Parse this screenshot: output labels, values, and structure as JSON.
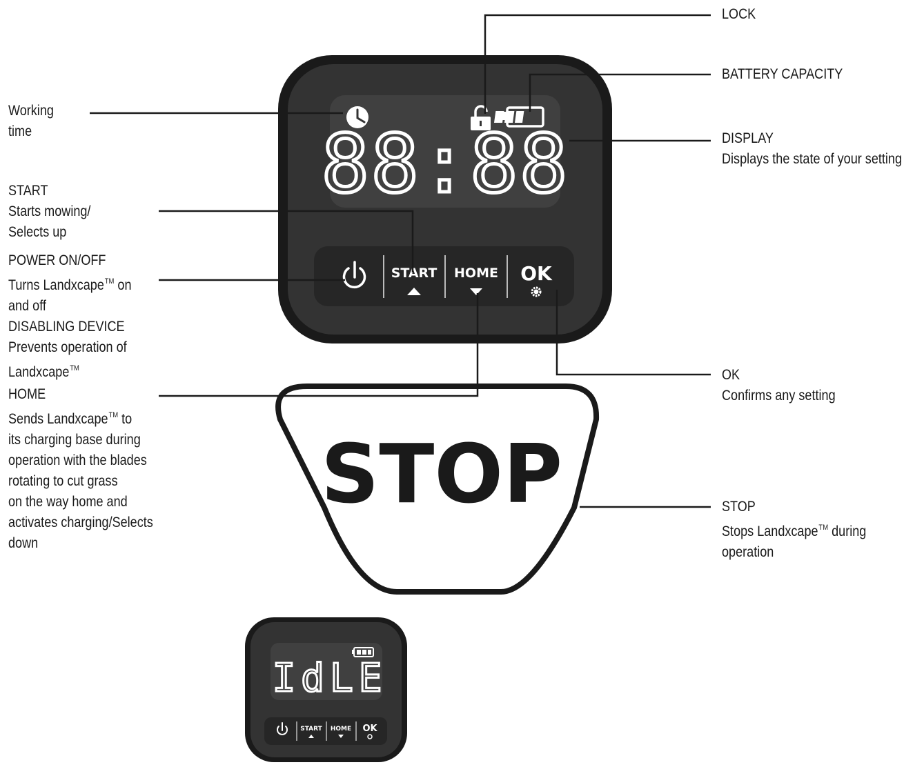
{
  "labels": {
    "working_time": [
      "Working",
      "time"
    ],
    "start": {
      "title": "START",
      "lines": [
        "Starts mowing/",
        "Selects up"
      ]
    },
    "power": {
      "title": "POWER ON/OFF",
      "line1_pre": "Turns Landxcape",
      "line1_tm": "TM",
      "line1_post": " on",
      "line2": "and off"
    },
    "disabling": {
      "title": "DISABLING DEVICE",
      "line1": "Prevents operation of",
      "line2_pre": "Landxcape",
      "line2_tm": "TM"
    },
    "home": {
      "title": "HOME",
      "line1_pre": "Sends Landxcape",
      "line1_tm": "TM",
      "line1_post": " to",
      "lines": [
        "its charging base during",
        "operation with the blades",
        "rotating to cut grass",
        "on the way home and",
        "activates charging/Selects",
        "down"
      ]
    },
    "lock": "LOCK",
    "battery": "BATTERY CAPACITY",
    "display": {
      "title": "DISPLAY",
      "desc": "Displays the state of your setting"
    },
    "ok": {
      "title": "OK",
      "desc": "Confirms any setting"
    },
    "stop": {
      "title": "STOP",
      "line1_pre": "Stops Landxcape",
      "line1_tm": "TM",
      "line1_post": " during",
      "line2": "operation"
    }
  },
  "panel": {
    "display_text": "88:88",
    "buttons": {
      "start": "START",
      "home": "HOME",
      "ok": "OK"
    },
    "icons": [
      "clock-icon",
      "lock-icon",
      "battery-icon",
      "power-icon",
      "up-arrow-icon",
      "down-arrow-icon",
      "gear-icon"
    ]
  },
  "stop_button": {
    "text": "STOP"
  },
  "small_panel": {
    "display_text": "IdLE",
    "buttons": {
      "start": "START",
      "home": "HOME",
      "ok": "OK"
    }
  },
  "colors": {
    "panel": "#333333",
    "panel_border": "#1a1a1a",
    "display": "#404040",
    "buttons_bar": "#262626",
    "text": "#1a1a1a"
  }
}
